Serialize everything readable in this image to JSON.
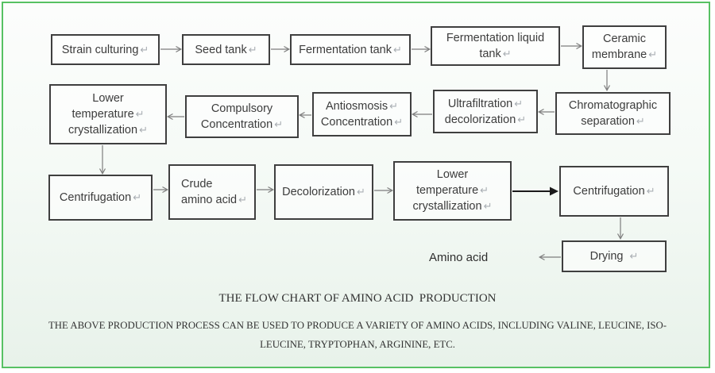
{
  "glyphs": {
    "return_mark": "↵"
  },
  "flowchart": {
    "boxes": {
      "strain_culturing": {
        "label": "Strain culturing"
      },
      "seed_tank": {
        "label": "Seed tank"
      },
      "fermentation_tank": {
        "label": "Fermentation tank"
      },
      "fermentation_liquid_tank": {
        "line1": "Fermentation liquid",
        "line2": "tank"
      },
      "ceramic_membrane": {
        "line1": "Ceramic",
        "line2": "membrane"
      },
      "chromatographic_separation": {
        "line1": "Chromatographic",
        "line2": "separation"
      },
      "ultrafiltration_decolorization": {
        "line1": "Ultrafiltration",
        "line2": "decolorization"
      },
      "antiosmosis_concentration": {
        "line1": "Antiosmosis",
        "line2": "Concentration"
      },
      "compulsory_concentration": {
        "line1": "Compulsory",
        "line2": "Concentration"
      },
      "lower_temperature_crystallization_1": {
        "line1": "Lower",
        "line2": "temperature",
        "line3": "crystallization"
      },
      "centrifugation_1": {
        "label": "Centrifugation"
      },
      "crude_amino_acid": {
        "line1": "Crude",
        "line2": "amino acid"
      },
      "decolorization": {
        "label": "Decolorization"
      },
      "lower_temperature_crystallization_2": {
        "line1": "Lower",
        "line2": "temperature",
        "line3": "crystallization"
      },
      "centrifugation_2": {
        "label": "Centrifugation"
      },
      "drying": {
        "label": "Drying"
      }
    },
    "labels": {
      "amino_acid": "Amino acid"
    }
  },
  "captions": {
    "title": "THE FLOW CHART OF AMINO ACID  PRODUCTION",
    "body_line1": "THE ABOVE PRODUCTION PROCESS CAN BE USED TO PRODUCE A VARIETY OF AMINO ACIDS, INCLUDING VALINE, LEUCINE, ISO-",
    "body_line2": "LEUCINE, TRYPTOPHAN, ARGININE, ETC."
  },
  "colors": {
    "frame_border": "#57c163",
    "box_border": "#3f3f3f",
    "box_text": "#3c3c3c",
    "return_mark": "#a9aeb3",
    "arrow_gray": "#7d7d7d",
    "arrow_black": "#1a1a1a",
    "caption_text": "#333333"
  }
}
